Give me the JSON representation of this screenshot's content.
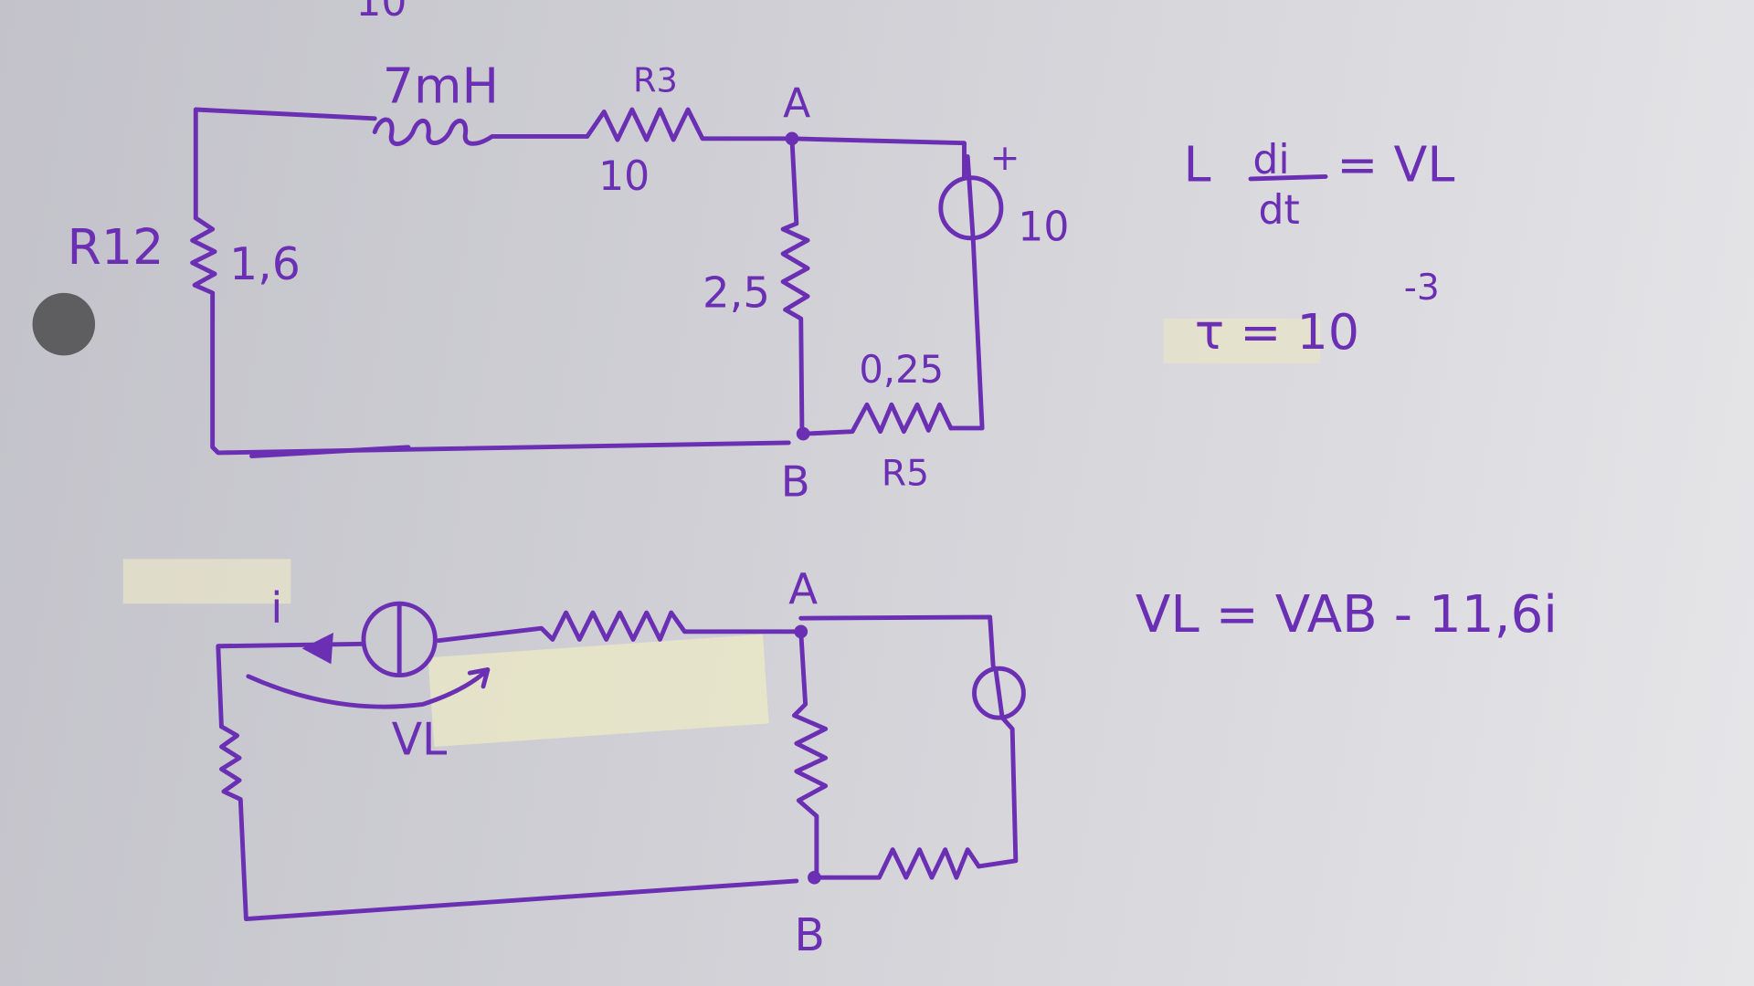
{
  "ink_color": "#6b2fb3",
  "top_circuit": {
    "cutoff_label": "10",
    "inductor_label": "7mH",
    "r3_name": "R3",
    "r3_value": "10",
    "node_a": "A",
    "source_polarity": "+",
    "source_value": "10",
    "r12_name": "R12",
    "r12_value": "1,6",
    "middle_resistor_value": "2,5",
    "r5_value": "0,25",
    "node_b": "B",
    "r5_name": "R5"
  },
  "equations": {
    "inductor_eq_left": "L",
    "inductor_eq_num": "di",
    "inductor_eq_den": "dt",
    "inductor_eq_right": "= VL",
    "tau_eq": "τ = 10",
    "tau_exp": "-3",
    "vl_eq": "VL = VAB - 11,6i"
  },
  "bottom_circuit": {
    "current_label": "i",
    "node_a": "A",
    "vl_label": "VL",
    "node_b": "B"
  }
}
